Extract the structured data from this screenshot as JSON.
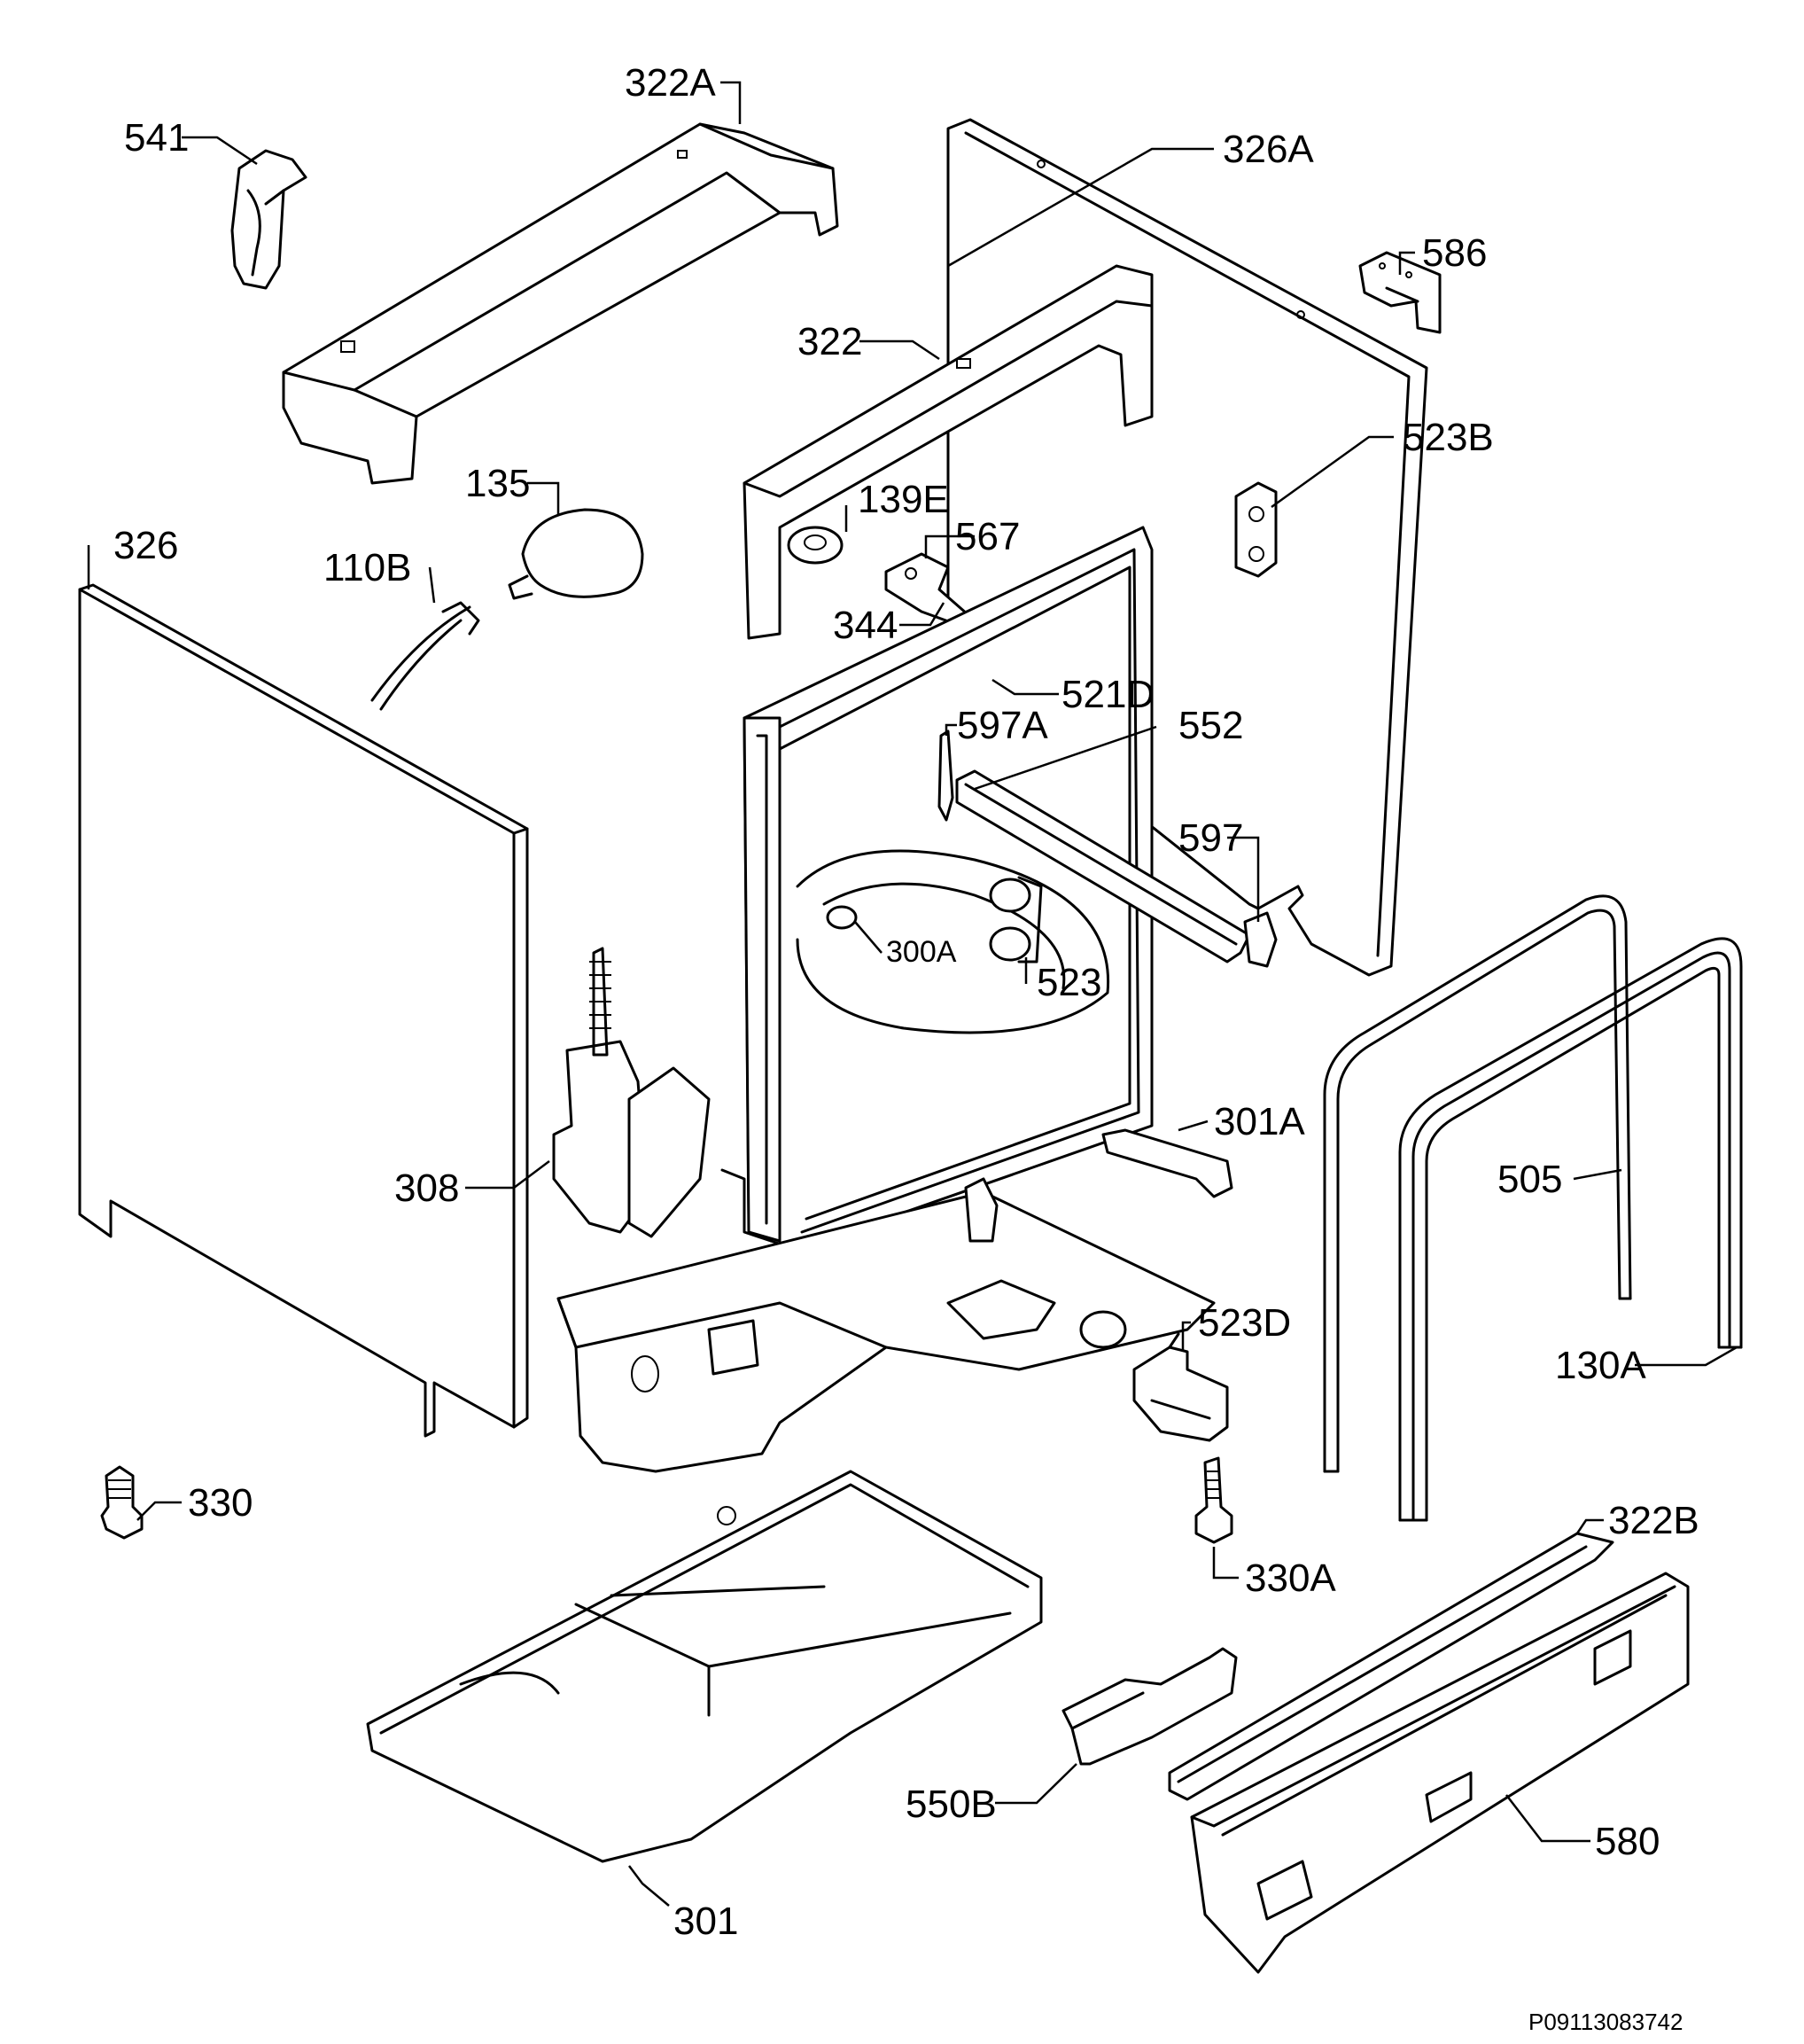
{
  "labels": {
    "l541": "541",
    "l322a": "322A",
    "l326a": "326A",
    "l586": "586",
    "l322": "322",
    "l523b": "523B",
    "l135": "135",
    "l139e": "139E",
    "l567": "567",
    "l326": "326",
    "l110b": "110B",
    "l344": "344",
    "l521d": "521D",
    "l597a": "597A",
    "l552": "552",
    "l597": "597",
    "l300a": "300A",
    "l523": "523",
    "l301a": "301A",
    "l505": "505",
    "l308": "308",
    "l523d": "523D",
    "l130a": "130A",
    "l330": "330",
    "l330a": "330A",
    "l322b": "322B",
    "l550b": "550B",
    "l580": "580",
    "l301": "301"
  },
  "reference_code": "P09113083742"
}
